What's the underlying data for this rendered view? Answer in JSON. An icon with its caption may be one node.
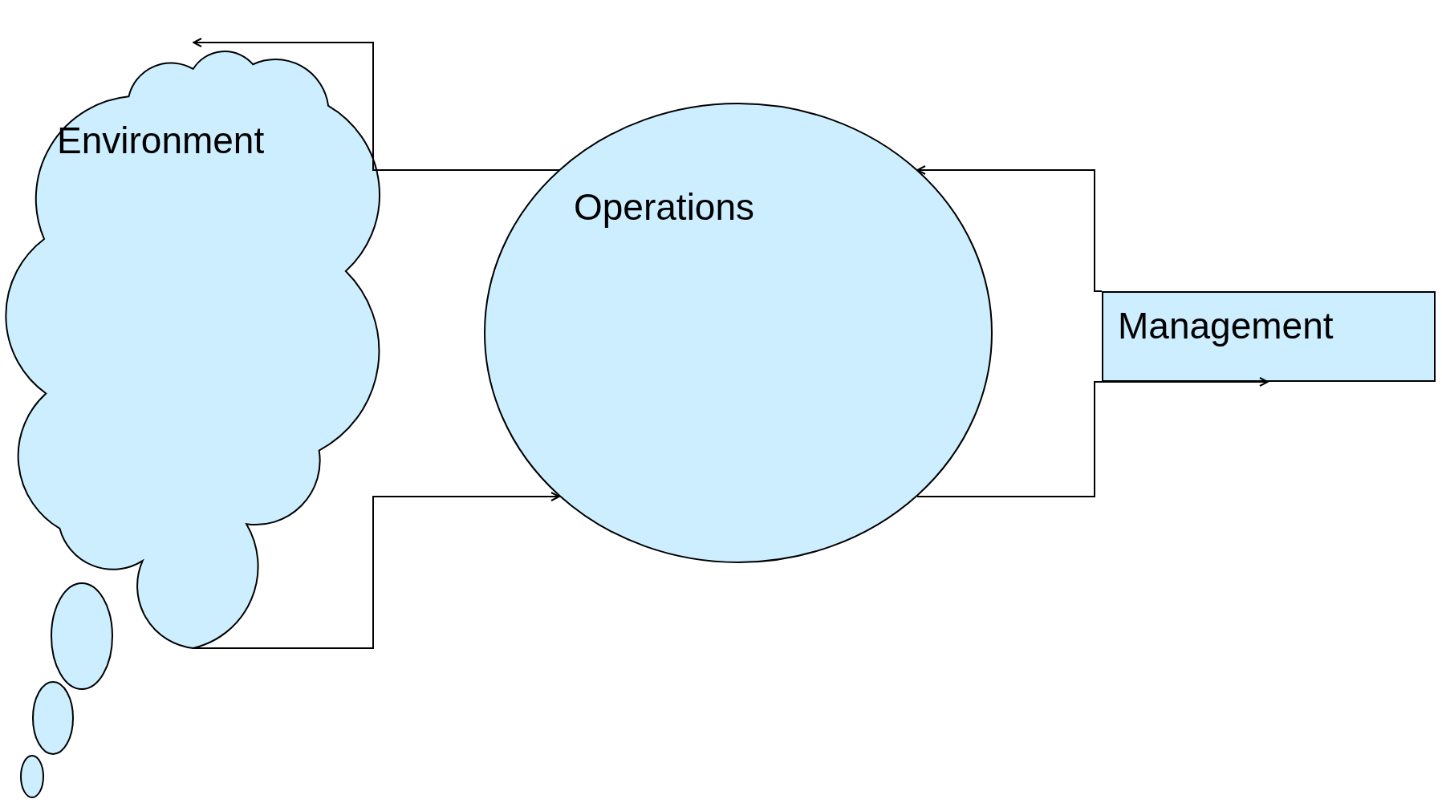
{
  "diagram": {
    "nodes": [
      {
        "text": [
          "Environment"
        ]
      },
      {
        "text": [
          "Operations"
        ]
      },
      {
        "text": [
          "Management"
        ]
      }
    ],
    "edges": [
      {
        "from": 1,
        "to": 0,
        "arrow": "to"
      },
      {
        "from": 0,
        "to": 1,
        "arrow": "to"
      },
      {
        "from": 2,
        "to": 1,
        "arrow": "to"
      },
      {
        "from": 1,
        "to": 2,
        "arrow": "to"
      }
    ]
  }
}
